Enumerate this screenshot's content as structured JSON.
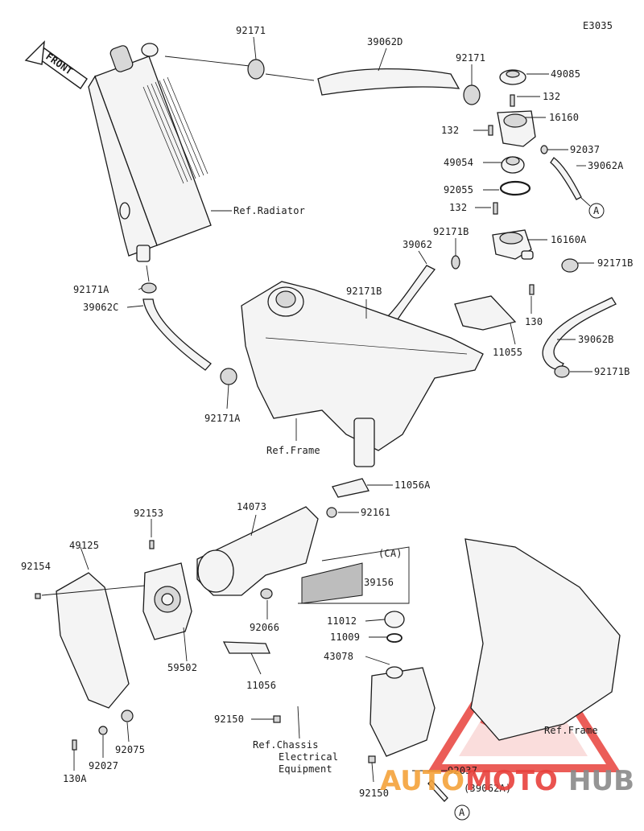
{
  "diagram_code": "E3035",
  "front_label": "FRONT",
  "labels": {
    "p92171_top": "92171",
    "p39062D": "39062D",
    "p92171_right": "92171",
    "p49085": "49085",
    "p132_a": "132",
    "p132_b": "132",
    "p16160": "16160",
    "p92037": "92037",
    "p49054": "49054",
    "p39062A": "39062A",
    "p92055": "92055",
    "p132_c": "132",
    "ref_radiator": "Ref.Radiator",
    "p92171B_a": "92171B",
    "p16160A": "16160A",
    "p39062": "39062",
    "p92171B_b": "92171B",
    "p92171A_a": "92171A",
    "p39062C": "39062C",
    "p92171B_c": "92171B",
    "p130": "130",
    "p11055": "11055",
    "p39062B": "39062B",
    "p92171B_d": "92171B",
    "p92171A_b": "92171A",
    "ref_frame_a": "Ref.Frame",
    "p11056A": "11056A",
    "p14073": "14073",
    "p92153": "92153",
    "p92161": "92161",
    "p49125": "49125",
    "p92154": "92154",
    "ca": "(CA)",
    "p39156": "39156",
    "p92066": "92066",
    "p11012": "11012",
    "p11009": "11009",
    "p43078": "43078",
    "p59502": "59502",
    "p11056": "11056",
    "ref_frame_b": "Ref.Frame",
    "p92150_a": "92150",
    "ref_chassis_1": "Ref.Chassis",
    "ref_chassis_2": "Electrical",
    "ref_chassis_3": "Equipment",
    "p92075": "92075",
    "p92027": "92027",
    "p130A": "130A",
    "p92037_b": "92037",
    "p39062A_b": "(39062A)",
    "p92150_b": "92150",
    "callout_a1": "A",
    "callout_a2": "A"
  },
  "watermark": {
    "part1": "AUTO",
    "part2": "MOTO",
    "part3": "HUB"
  },
  "colors": {
    "watermark_red": "#e8413c",
    "watermark_orange": "#f4a23a",
    "watermark_grey": "#8a8a8a",
    "ink": "#1a1a1a"
  }
}
